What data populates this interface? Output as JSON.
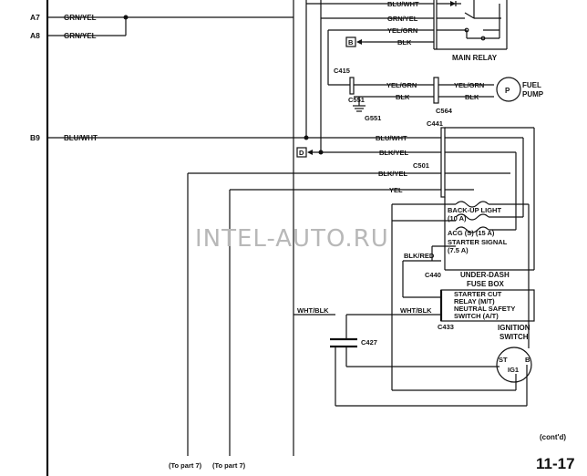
{
  "pins": {
    "a7": "A7",
    "a8": "A8",
    "b9": "B9"
  },
  "wires": {
    "grn_yel": "GRN/YEL",
    "blu_wht": "BLU/WHT",
    "yel_grn": "YEL/GRN",
    "blk": "BLK",
    "blk_yel": "BLK/YEL",
    "yel": "YEL",
    "blk_red": "BLK/RED",
    "wht_blk": "WHT/BLK"
  },
  "connectors": {
    "c415": "C415",
    "c551": "C551",
    "g551": "G551",
    "c564": "C564",
    "c441": "C441",
    "c501": "C501",
    "c440": "C440",
    "c433": "C433",
    "c427": "C427"
  },
  "ground_refs": {
    "b": "B",
    "d": "D"
  },
  "components": {
    "main_relay": "MAIN RELAY",
    "fuel_pump_symbol": "P",
    "fuel_pump_line1": "FUEL",
    "fuel_pump_line2": "PUMP",
    "fuse_backup_line1": "BACK-UP LIGHT",
    "fuse_backup_line2": "(10 A)",
    "fuse_acg": "ACG (S) (15 A)",
    "fuse_starter_line1": "STARTER SIGNAL",
    "fuse_starter_line2": "(7.5 A)",
    "fuse_box_line1": "UNDER-DASH",
    "fuse_box_line2": "FUSE BOX",
    "starter_line1": "STARTER CUT",
    "starter_line2": "RELAY (M/T)",
    "starter_line3": "NEUTRAL SAFETY",
    "starter_line4": "SWITCH (A/T)",
    "ignition_line1": "IGNITION",
    "ignition_line2": "SWITCH",
    "ign_st": "ST",
    "ign_b": "B",
    "ign_ig1": "IG1"
  },
  "notes": {
    "to_part_left": "(To part 7)",
    "to_part_right": "(To part 7)",
    "contd": "(cont'd)",
    "page_number": "11-17"
  },
  "watermark": "INTEL-AUTO.RU"
}
